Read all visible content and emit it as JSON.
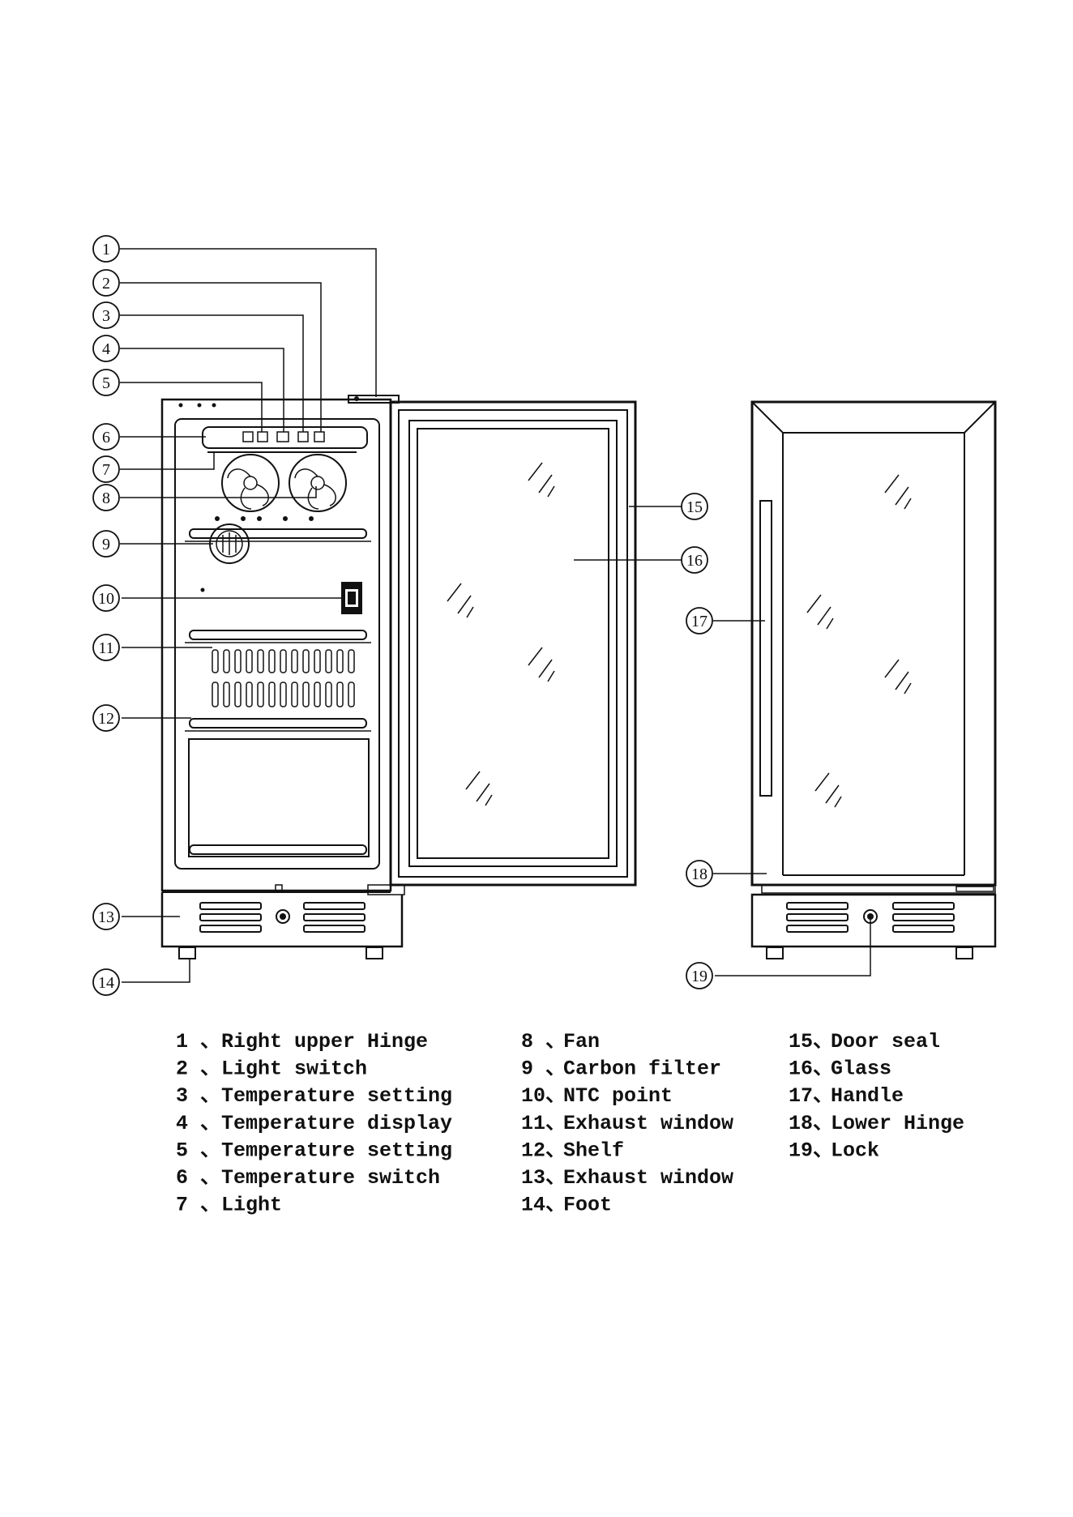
{
  "callouts": [
    "1",
    "2",
    "3",
    "4",
    "5",
    "6",
    "7",
    "8",
    "9",
    "10",
    "11",
    "12",
    "13",
    "14",
    "15",
    "16",
    "17",
    "18",
    "19"
  ],
  "legend": [
    {
      "num": "1 、",
      "text": "Right upper Hinge"
    },
    {
      "num": "2 、",
      "text": "Light switch"
    },
    {
      "num": "3 、",
      "text": "Temperature setting"
    },
    {
      "num": "4 、",
      "text": "Temperature display"
    },
    {
      "num": "5 、",
      "text": "Temperature setting"
    },
    {
      "num": "6 、",
      "text": "Temperature switch"
    },
    {
      "num": "7 、",
      "text": "Light"
    },
    {
      "num": "8 、",
      "text": "Fan"
    },
    {
      "num": "9 、",
      "text": "Carbon filter"
    },
    {
      "num": "10、",
      "text": "NTC point"
    },
    {
      "num": "11、",
      "text": "Exhaust window"
    },
    {
      "num": "12、",
      "text": "Shelf"
    },
    {
      "num": "13、",
      "text": "Exhaust window"
    },
    {
      "num": "14、",
      "text": "Foot"
    },
    {
      "num": "15、",
      "text": "Door seal"
    },
    {
      "num": "16、",
      "text": "Glass"
    },
    {
      "num": "17、",
      "text": "Handle"
    },
    {
      "num": "18、",
      "text": "Lower Hinge"
    },
    {
      "num": "19、",
      "text": "Lock"
    }
  ]
}
